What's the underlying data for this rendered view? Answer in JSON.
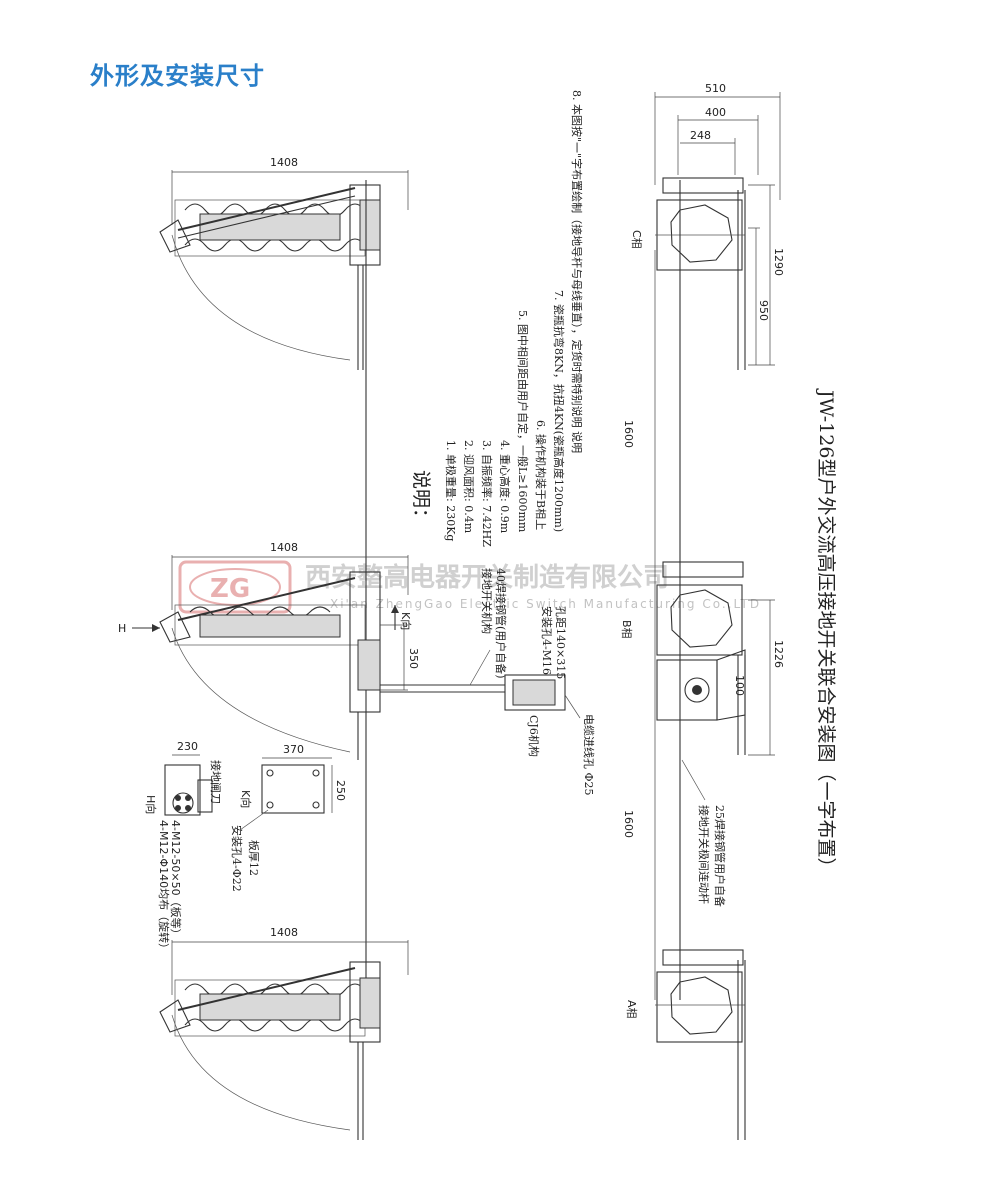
{
  "page_title": "外形及安装尺寸",
  "drawing_title": "JW-126型户外交流高压接地开关联合安装图（一字布置）",
  "watermark": {
    "logo_text": "ZG",
    "company_cn": "西安整高电器开关制造有限公司",
    "company_en": "Xi'an ZhengGao Electric Switch Manufacturing Co.,LTD"
  },
  "notes": {
    "heading": "说明：",
    "items": [
      "1. 单极重量: 230Kg",
      "2. 迎风面积: 0.4m",
      "3. 自振频率: 7.42HZ",
      "4. 重心高度: 0.9m",
      "5. 图中相间距由用户自定，一般L≥1600mm",
      "6. 操作机构装于B相上",
      "7. 瓷瓶抗弯8KN，抗扭4KN(瓷瓶高度1200mm)",
      "8. 本图按\"一\"字布置绘制（接地导杆与母线垂直），定货时需特别说明 说明"
    ]
  },
  "left_view": {
    "dim_1408_top": "1408",
    "dim_1408_mid": "1408",
    "dim_1408_bot": "1408",
    "arrow_h": "H",
    "arrow_k": "K向",
    "dim_350": "350",
    "label_mech": "接地开关机构",
    "label_pipe40": "40焊接钢管(用户自备)",
    "label_cj6": "CJ6机构",
    "label_mount": "安装孔4-M16",
    "label_spacing": "孔距140×315",
    "label_cable": "电缆进线孔 Φ25"
  },
  "details": {
    "h_view": "H向",
    "dim_230": "230",
    "label_blade": "接地闸刀",
    "bolt_note1": "4-M12-Φ140均布（旋转）",
    "bolt_note2": "4-M12-50×50（板等）",
    "k_view": "K向",
    "dim_370": "370",
    "dim_250": "250",
    "hole_label": "安装孔4-Φ22",
    "plate_label": "板厚12"
  },
  "right_view": {
    "dim_510": "510",
    "dim_400": "400",
    "dim_248": "248",
    "dim_1290": "1290",
    "dim_950": "950",
    "dim_1226": "1226",
    "dim_100": "100",
    "dim_1600_top": "1600",
    "dim_1600_bot": "1600",
    "phase_c": "C相",
    "phase_b": "B相",
    "phase_a": "A相",
    "rod_label1": "接地开关极间连动杆",
    "rod_label2": "25焊接钢管用户自备"
  }
}
